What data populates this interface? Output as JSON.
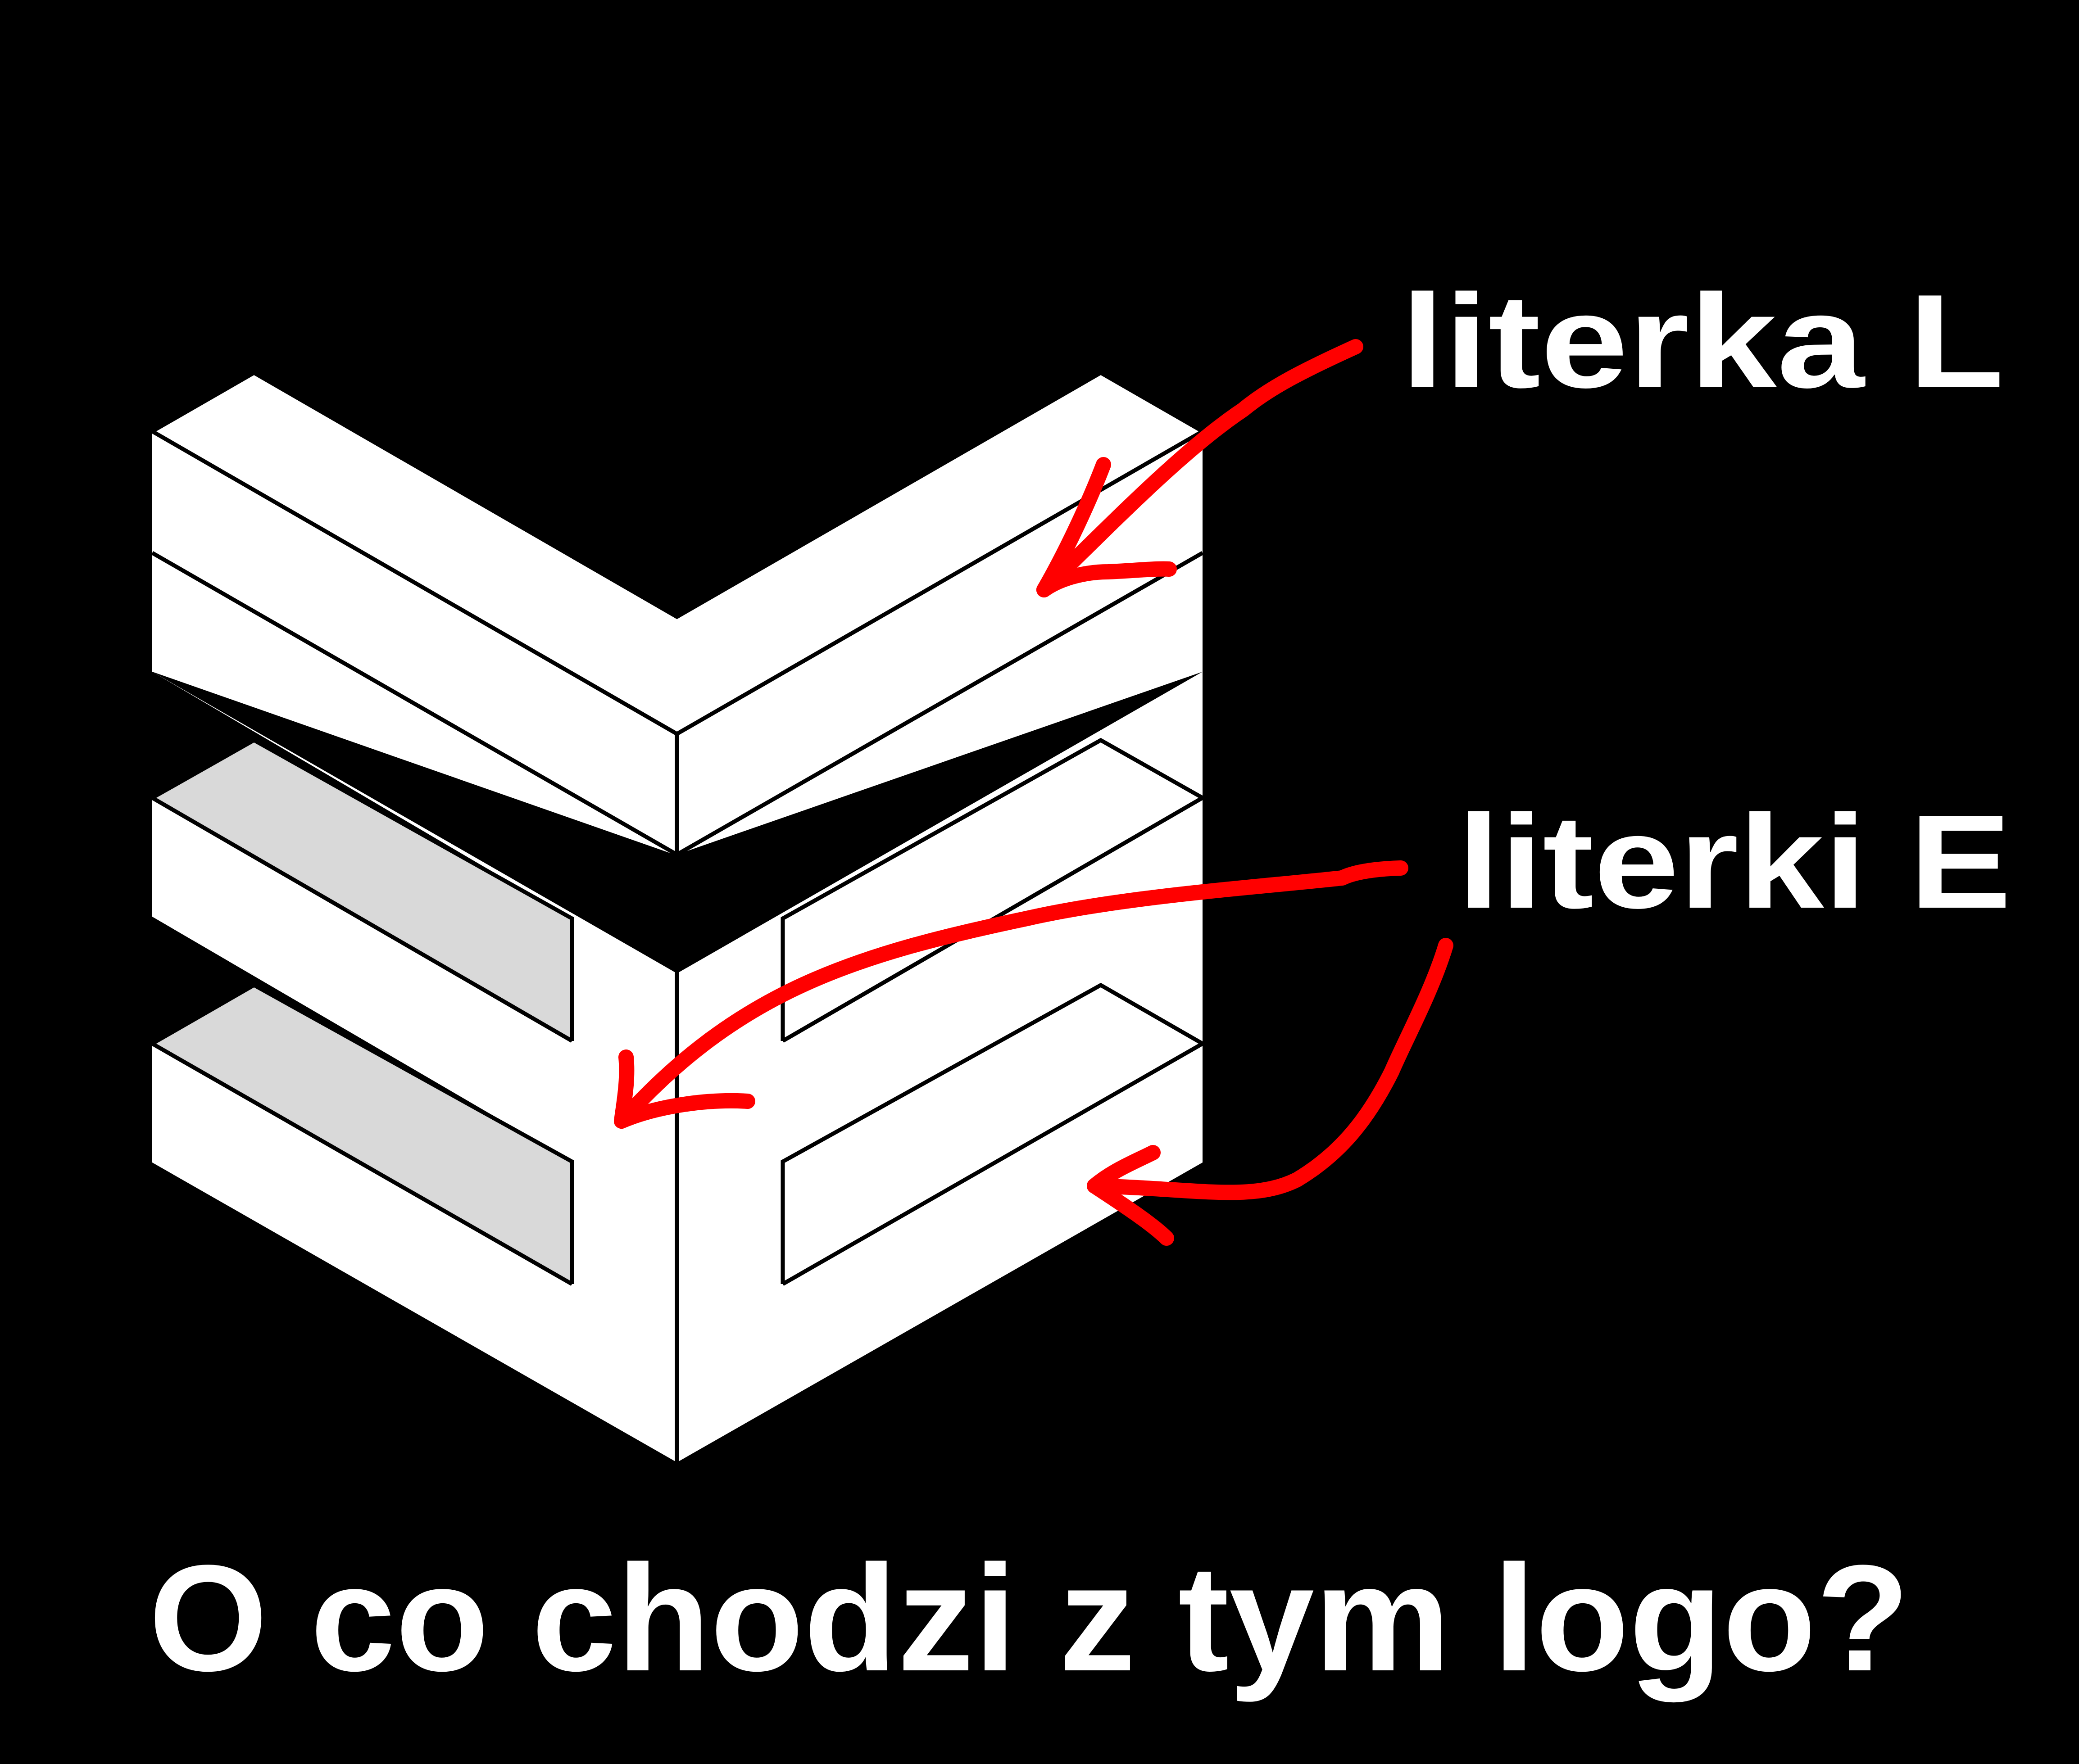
{
  "labels": {
    "letter_l": "literka L",
    "letters_e": "literki E",
    "question": "O co chodzi z tym logo?"
  },
  "colors": {
    "background": "#000000",
    "face": "#ffffff",
    "inner_face": "#d9d9d9",
    "outline": "#000000",
    "arrow": "#ff0000",
    "text": "#ffffff"
  },
  "icons": [
    "isometric-logo",
    "arrow-icon"
  ]
}
